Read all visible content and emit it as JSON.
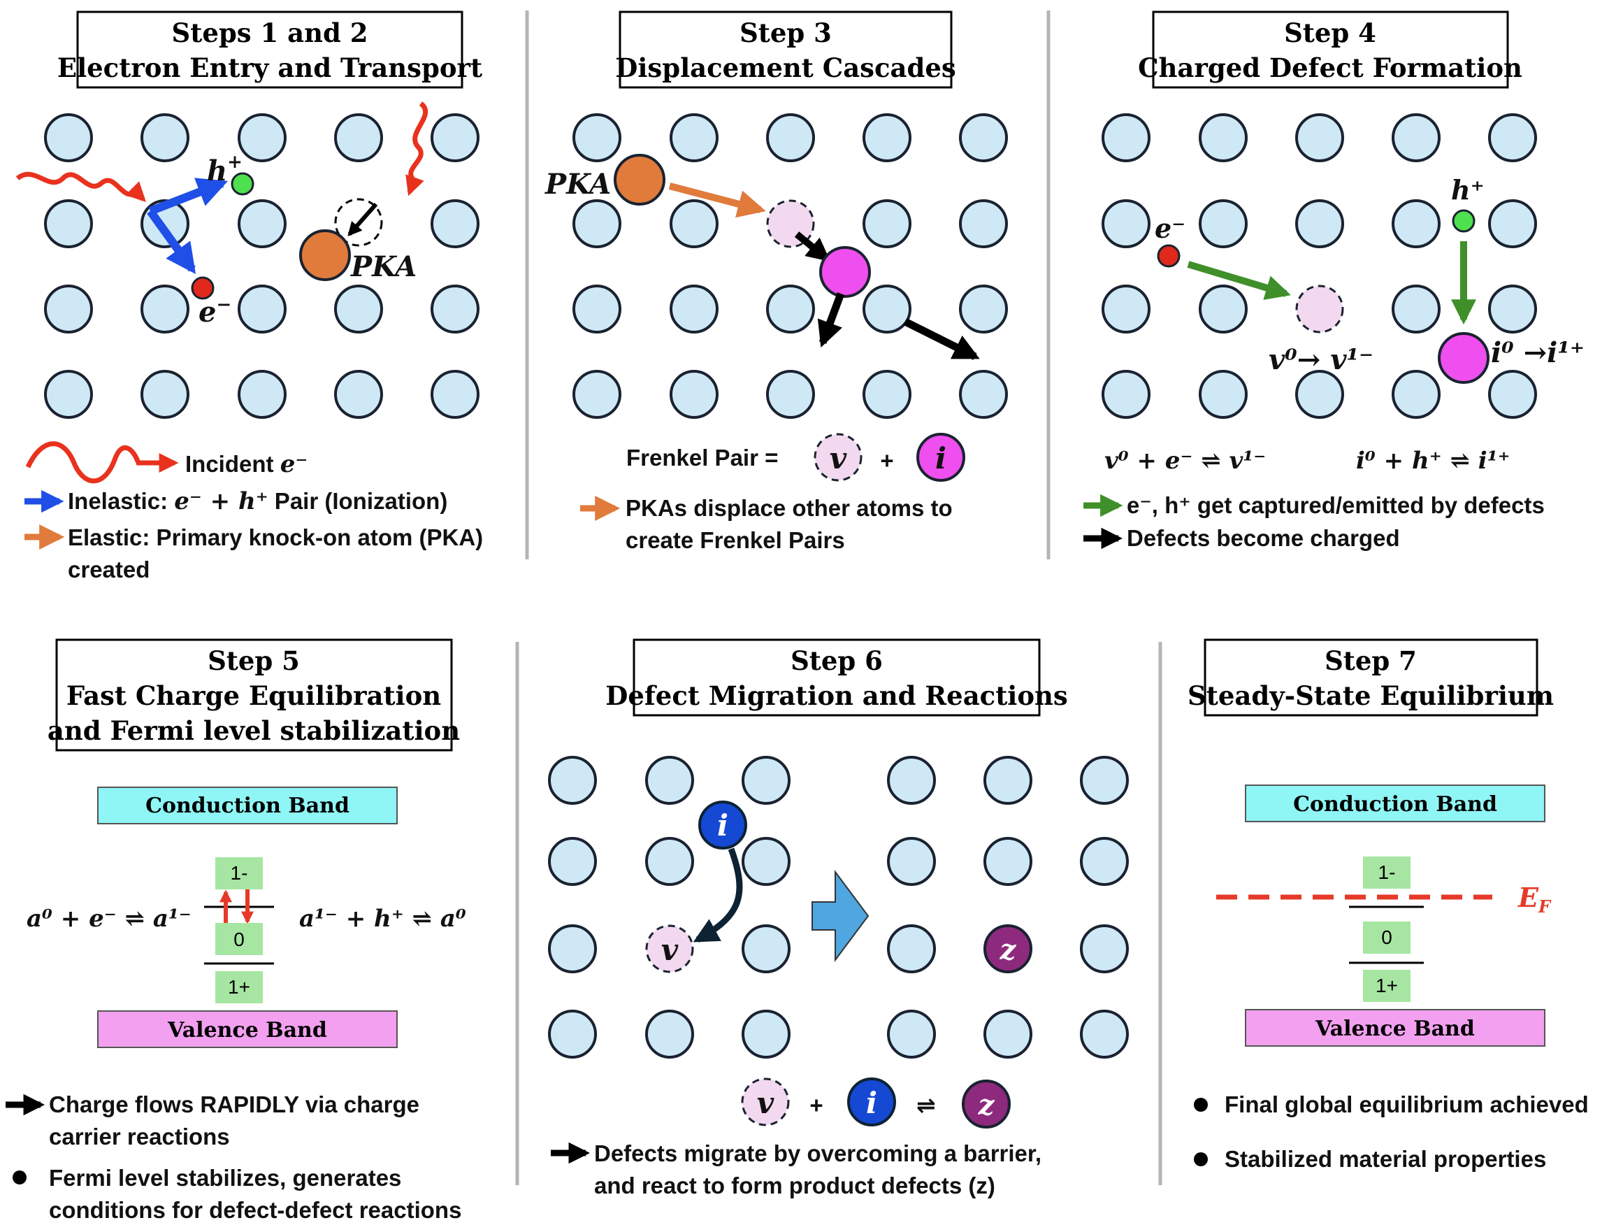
{
  "colors": {
    "atom_fill": "#cfe8f6",
    "atom_stroke": "#1a2230",
    "incident": "#e8321e",
    "inelastic": "#1f4fe6",
    "elastic": "#e07b3c",
    "capture": "#3f8f2a",
    "pka": "#e07b3c",
    "interstitial": "#ee4fee",
    "vacancy": "#f2d9ef",
    "hole": "#4ee04e",
    "electron": "#e0281c",
    "conduction": "#8ff5f5",
    "valence": "#f2a0ef",
    "level": "#a6e6a2",
    "fermi": "#e63a28",
    "interstitial_blue": "#1549d4",
    "product": "#8e2a7e",
    "big_arrow": "#4fa6e0"
  },
  "step12": {
    "title_line1": "Steps 1 and 2",
    "title_line2": "Electron Entry and Transport",
    "hole_label": "h",
    "hole_sup": "+",
    "electron_label": "e",
    "electron_sup": "−",
    "pka_label": "PKA",
    "legend_incident": "Incident ",
    "legend_incident_math": "e⁻",
    "legend_inelastic_a": "Inelastic: ",
    "legend_inelastic_math": "e⁻ + h⁺",
    "legend_inelastic_b": " Pair (Ionization)",
    "legend_elastic_1": "Elastic: Primary knock-on atom (PKA)",
    "legend_elastic_2": "created"
  },
  "step3": {
    "title_line1": "Step 3",
    "title_line2": "Displacement Cascades",
    "pka_label": "PKA",
    "frenkel_label": "Frenkel Pair =",
    "vacancy_symbol": "v",
    "plus": "+",
    "interstitial_symbol": "i",
    "caption_1": "PKAs displace other atoms to",
    "caption_2": "create Frenkel Pairs"
  },
  "step4": {
    "title_line1": "Step 4",
    "title_line2": "Charged Defect Formation",
    "electron_label": "e⁻",
    "hole_label": "h⁺",
    "vac_transition": "v⁰→ v¹⁻",
    "int_transition": "i⁰ →i¹⁺",
    "eq_vacancy": "v⁰ + e⁻ ⇌ v¹⁻",
    "eq_interstitial": "i⁰ + h⁺ ⇌ i¹⁺",
    "caption_1": "e⁻, h⁺ get captured/emitted by defects",
    "caption_2": "Defects become charged"
  },
  "step5": {
    "title_line1": "Step 5",
    "title_line2": "Fast Charge Equilibration",
    "title_line3": "and Fermi level stabilization",
    "conduction_band": "Conduction Band",
    "valence_band": "Valence Band",
    "level_minus": "1-",
    "level_zero": "0",
    "level_plus": "1+",
    "eq_left": "a⁰ + e⁻ ⇌ a¹⁻",
    "eq_right": "a¹⁻ + h⁺ ⇌ a⁰",
    "caption_1a": "Charge flows RAPIDLY via charge",
    "caption_1b": "carrier reactions",
    "caption_2a": "Fermi level stabilizes, generates",
    "caption_2b": "conditions for defect-defect reactions"
  },
  "step6": {
    "title_line1": "Step 6",
    "title_line2": "Defect Migration and Reactions",
    "interstitial_symbol": "i",
    "vacancy_symbol": "v",
    "product_symbol": "z",
    "plus": "+",
    "equilibrium": "⇌",
    "caption_1": "Defects migrate by overcoming a barrier,",
    "caption_2": "and react to form product defects (z)"
  },
  "step7": {
    "title_line1": "Step 7",
    "title_line2": "Steady-State Equilibrium",
    "conduction_band": "Conduction Band",
    "valence_band": "Valence Band",
    "level_minus": "1-",
    "level_zero": "0",
    "level_plus": "1+",
    "fermi_label": "E",
    "fermi_sub": "F",
    "bullet_1": "Final global equilibrium achieved",
    "bullet_2": "Stabilized material properties"
  }
}
